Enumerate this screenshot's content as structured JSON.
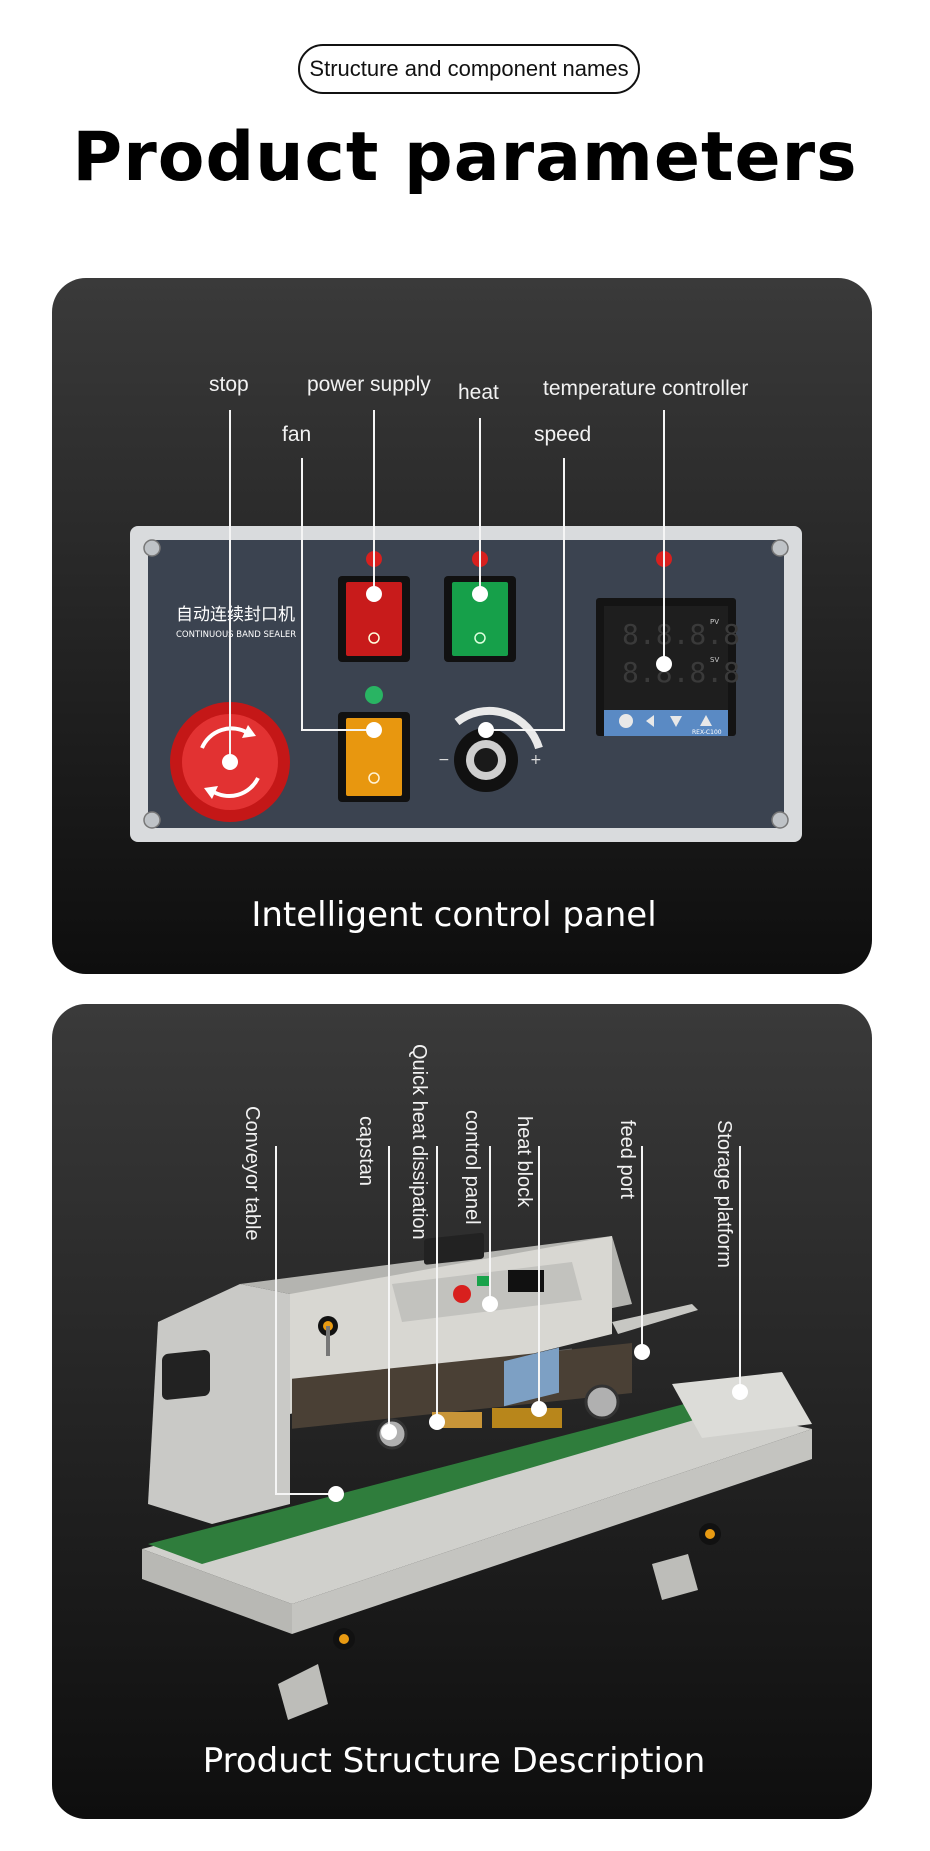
{
  "header": {
    "badge": "Structure and component names",
    "title": "Product parameters"
  },
  "control_panel": {
    "panel_text_cn": "自动连续封口机",
    "panel_text_en": "CONTINUOUS BAND SEALER",
    "labels": {
      "stop": "stop",
      "power_supply": "power supply",
      "heat": "heat",
      "temperature_controller": "temperature controller",
      "fan": "fan",
      "speed": "speed"
    },
    "display": {
      "pv": "8.8.8.8",
      "sv": "8.8.8.8",
      "pv_tag": "PV",
      "sv_tag": "SV",
      "model": "REX-C100"
    },
    "caption": "Intelligent control panel"
  },
  "structure": {
    "labels": {
      "conveyor_table": "Conveyor table",
      "capstan": "capstan",
      "quick_heat": "Quick heat dissipation",
      "control_panel": "control panel",
      "heat_block": "heat block",
      "feed_port": "feed port",
      "storage_platform": "Storage platform"
    },
    "caption": "Product Structure Description"
  },
  "colors": {
    "accent_red": "#d8201e",
    "accent_green": "#18a24a",
    "accent_amber": "#e89a12",
    "belt_green": "#2f7d3c"
  }
}
